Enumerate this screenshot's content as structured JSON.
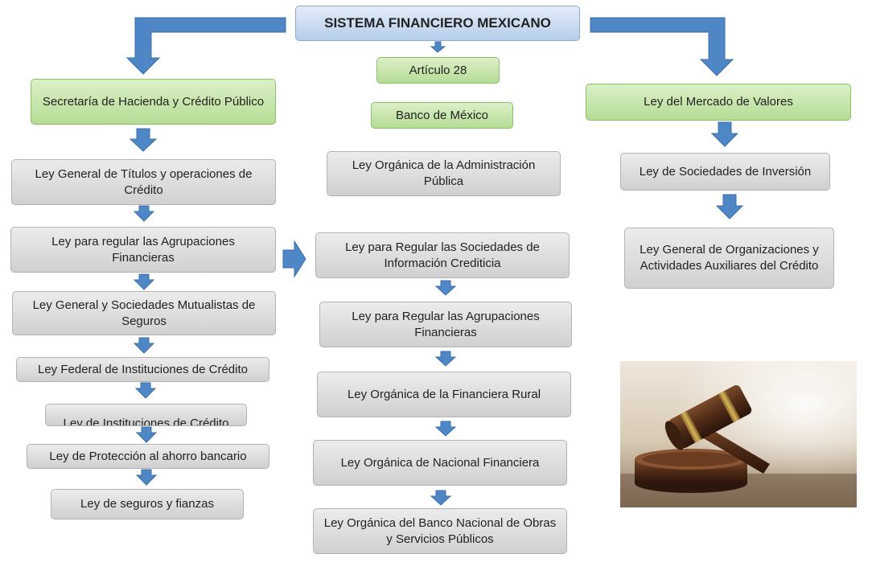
{
  "title": "SISTEMA FINANCIERO MEXICANO",
  "center": {
    "articulo": "Artículo 28",
    "banco": "Banco de México",
    "items": [
      "Ley Orgánica de la Administración Pública",
      "Ley para Regular las Sociedades de Información Crediticia",
      "Ley para Regular las Agrupaciones Financieras",
      "Ley Orgánica de la Financiera Rural",
      "Ley Orgánica de Nacional Financiera",
      "Ley Orgánica del Banco Nacional de Obras y Servicios Públicos"
    ]
  },
  "left": {
    "head": "Secretaría de Hacienda y Crédito Público",
    "items": [
      "Ley General de Títulos y operaciones de Crédito",
      "Ley para regular las Agrupaciones Financieras",
      "Ley General y Sociedades Mutualistas de Seguros",
      "Ley Federal de Instituciones de Crédito",
      "Ley de Instituciones de Crédito",
      "Ley de Protección al ahorro bancario",
      "Ley de seguros y fianzas"
    ]
  },
  "right": {
    "head": "Ley del Mercado de Valores",
    "items": [
      "Ley de Sociedades de Inversión",
      "Ley General de Organizaciones y Actividades Auxiliares del Crédito"
    ]
  },
  "colors": {
    "arrow": "#4f87c6",
    "green": "#b5dc95",
    "gray": "#d9d9d9",
    "title": "#c9dbf1"
  },
  "image": {
    "icon": "gavel-icon"
  }
}
